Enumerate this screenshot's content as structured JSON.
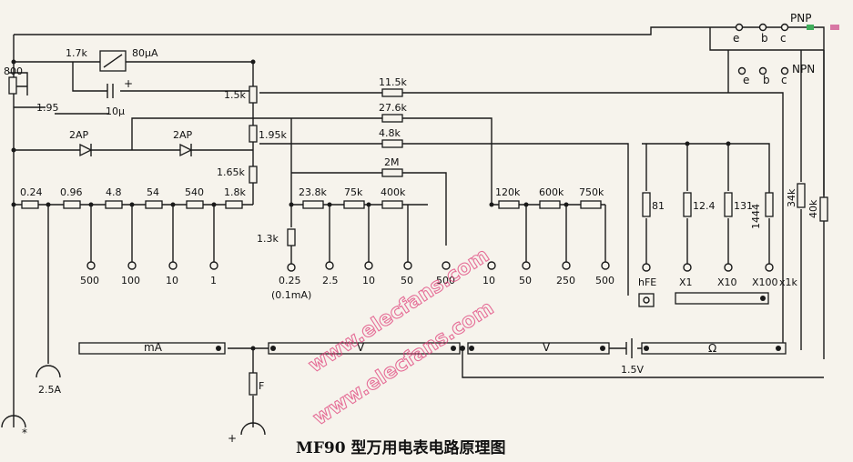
{
  "title": "MF90 型万用电表电路原理图",
  "watermark": "www.elecfans.com",
  "labels": {
    "r_1_7k": "1.7k",
    "meter": "80μA",
    "plus": "+",
    "cap": "10μ",
    "r_800": "800",
    "r_1_95": "1.95",
    "diode_a": "2AP",
    "diode_b": "2AP",
    "r_1_5k": "1.5k",
    "r_1_95k": "1.95k",
    "r_1_65k": "1.65k",
    "r_0_24": "0.24",
    "r_0_96": "0.96",
    "r_4_8": "4.8",
    "r_54": "54",
    "r_540": "540",
    "r_1_8k": "1.8k",
    "r_11_5k": "11.5k",
    "r_27_6k": "27.6k",
    "r_4_8k": "4.8k",
    "r_2m": "2M",
    "r_23_8k": "23.8k",
    "r_75k": "75k",
    "r_400k": "400k",
    "r_1_3k": "1.3k",
    "r_120k": "120k",
    "r_600k": "600k",
    "r_750k": "750k",
    "r_81": "81",
    "r_12_4": "12.4",
    "r_131": "131",
    "r_1444": "1444",
    "r_34k": "34k",
    "r_40k": "40k",
    "fuse": "F",
    "battery": "1.5V"
  },
  "ranges": {
    "ma_500": "500",
    "ma_100": "100",
    "ma_10": "10",
    "ma_1": "1",
    "v_0_25": "0.25",
    "v_0_1ma": "(0.1mA)",
    "v_2_5": "2.5",
    "v_10": "10",
    "v_50": "50",
    "v_500": "500",
    "ac_10": "10",
    "ac_50": "50",
    "ac_250": "250",
    "ac_500": "500",
    "hfe": "hFE",
    "x1": "X1",
    "x10": "X10",
    "x100": "X100",
    "x1k": "x1k"
  },
  "jacks": {
    "a_2_5": "2.5A",
    "com": "*",
    "plus": "+"
  },
  "bars": {
    "ma": "mA",
    "v": "V",
    "acv": "V",
    "ohm": "Ω"
  },
  "sockets": {
    "e": "e",
    "b": "b",
    "c": "c",
    "pnp": "PNP",
    "npn": "NPN"
  }
}
